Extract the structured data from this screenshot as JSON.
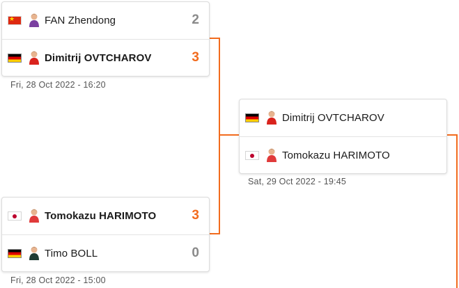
{
  "matches": [
    {
      "players": [
        {
          "country": "China",
          "flag": "cn-flag",
          "name": "FAN Zhendong",
          "score": "2",
          "winner": false
        },
        {
          "country": "Germany",
          "flag": "de-flag",
          "name": "Dimitrij OVTCHAROV",
          "score": "3",
          "winner": true
        }
      ],
      "datetime": "Fri, 28 Oct 2022 - 16:20"
    },
    {
      "players": [
        {
          "country": "Japan",
          "flag": "jp-flag",
          "name": "Tomokazu HARIMOTO",
          "score": "3",
          "winner": true
        },
        {
          "country": "Germany",
          "flag": "de-flag",
          "name": "Timo BOLL",
          "score": "0",
          "winner": false
        }
      ],
      "datetime": "Fri, 28 Oct 2022 - 15:00"
    },
    {
      "players": [
        {
          "country": "Germany",
          "flag": "de-flag",
          "name": "Dimitrij OVTCHAROV",
          "score": "",
          "winner": false
        },
        {
          "country": "Japan",
          "flag": "jp-flag",
          "name": "Tomokazu HARIMOTO",
          "score": "",
          "winner": false
        }
      ],
      "datetime": "Sat, 29 Oct 2022 - 19:45"
    }
  ],
  "colors": {
    "accent": "#f26b1d",
    "loser_score": "#8a8a8a",
    "border": "#dcdcdc"
  }
}
